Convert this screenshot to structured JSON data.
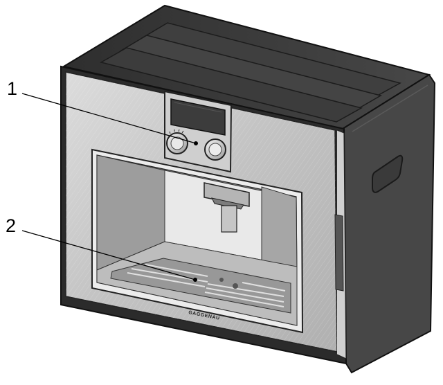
{
  "callouts": [
    {
      "number": "1",
      "target": "controls"
    },
    {
      "number": "2",
      "target": "drip-tray"
    }
  ],
  "brand_logo_text": "GAGGENAU",
  "colors": {
    "housing_top": "#3a3a3a",
    "housing_side": "#4a4a4a",
    "frame_steel": "#c8c8c8",
    "frame_edge": "#1a1a1a",
    "cavity_interior": "#9a9a9a",
    "display": "#3c3c3c"
  }
}
